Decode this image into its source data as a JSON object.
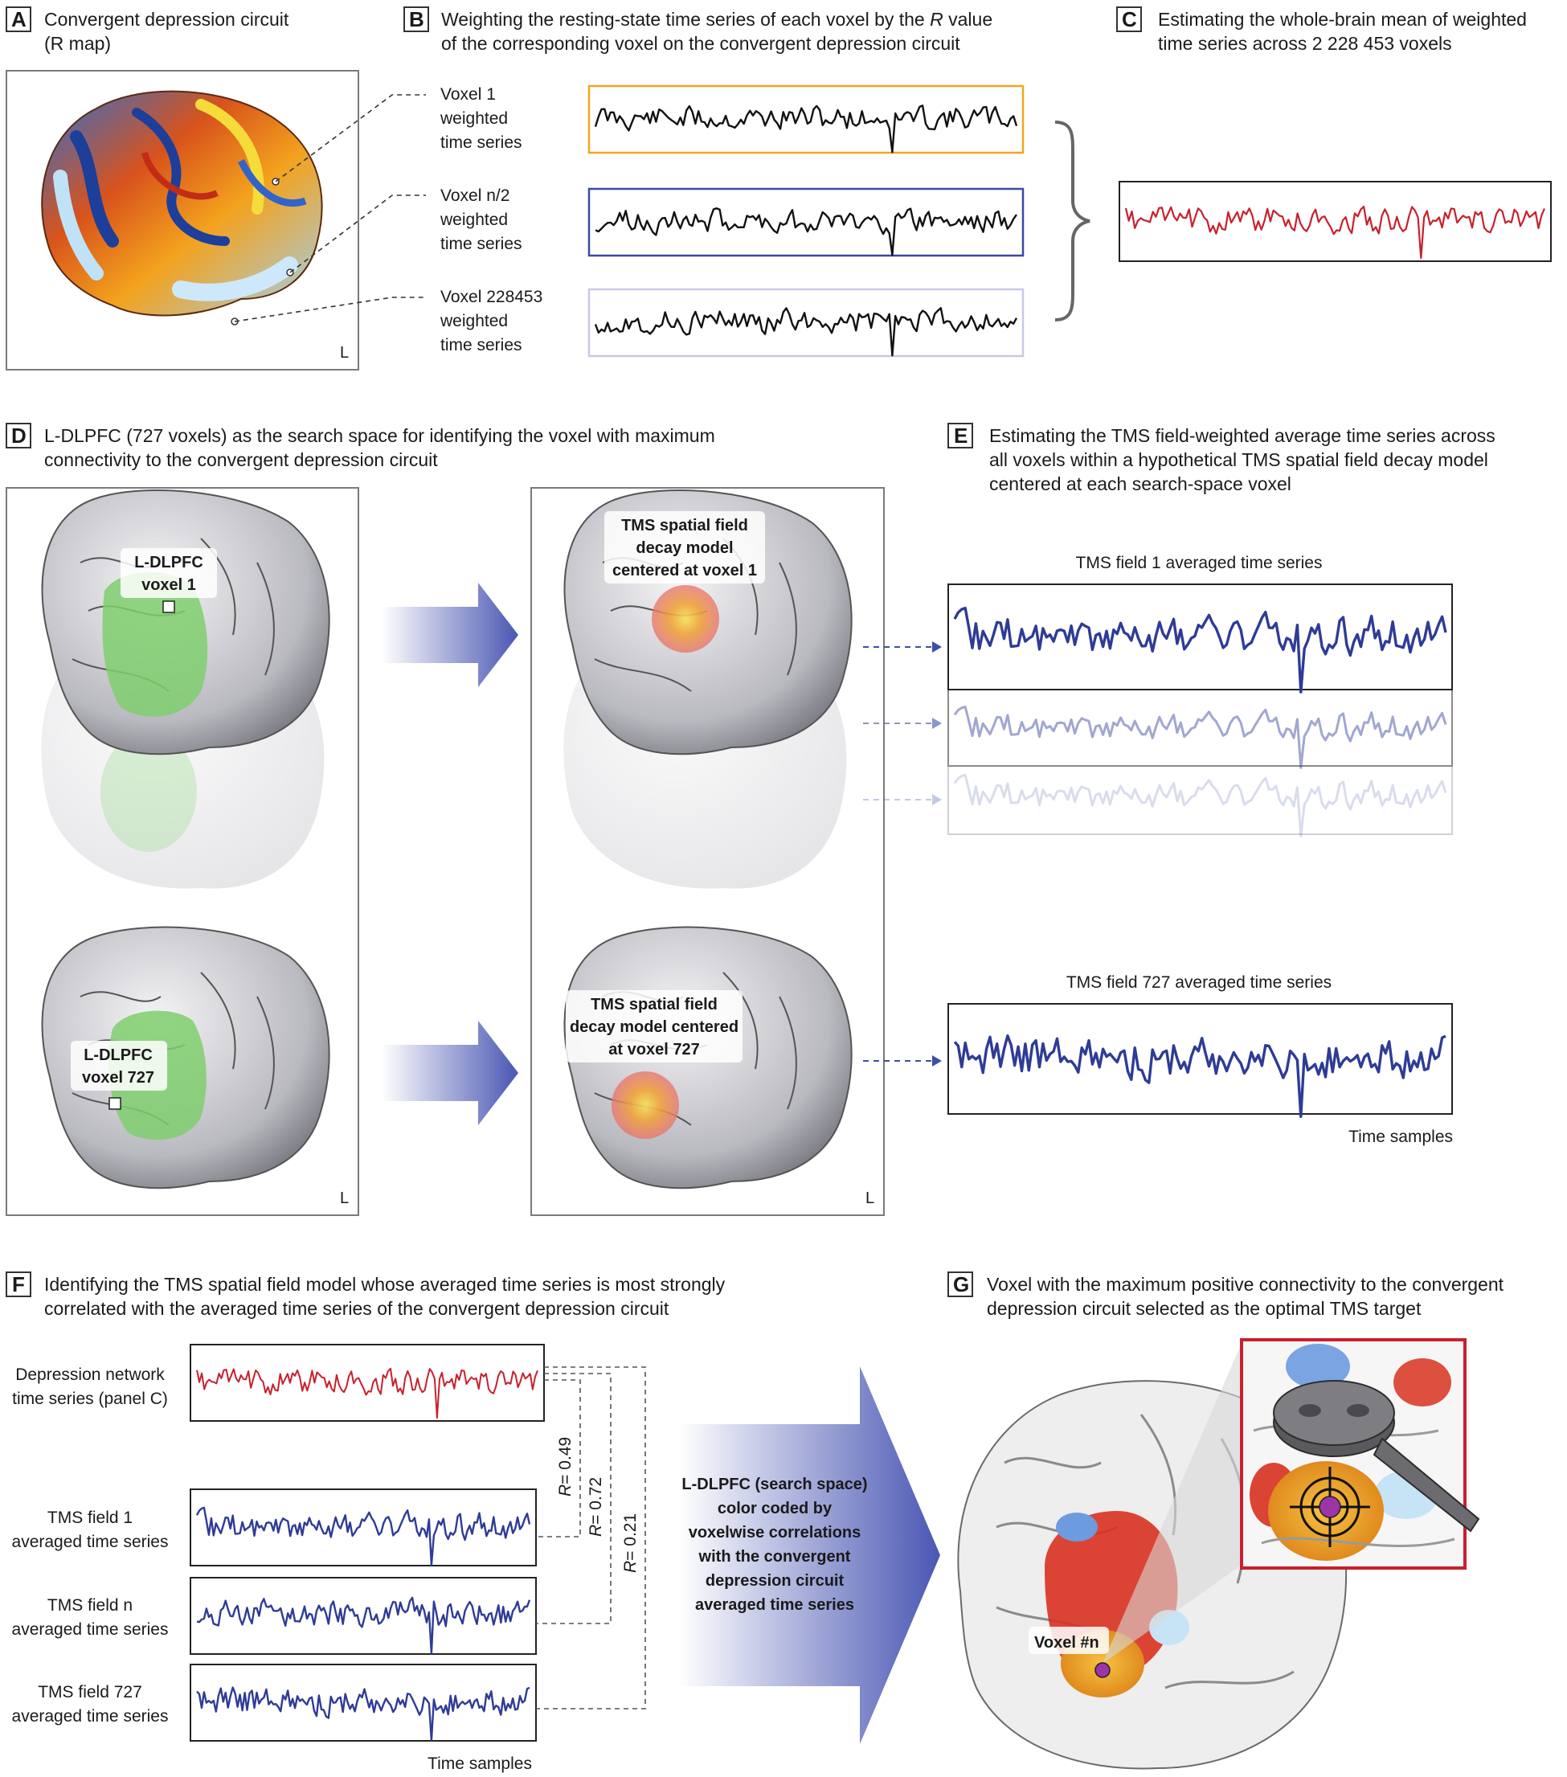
{
  "panels": {
    "A": {
      "letter": "A",
      "title_l1": "Convergent depression circuit",
      "title_l2": "(R map)",
      "side_label": "L"
    },
    "B": {
      "letter": "B",
      "title_l1_pre": "Weighting the resting-state time series of each voxel by the ",
      "title_l1_italic": "R",
      "title_l1_post": " value",
      "title_l2": "of the corresponding voxel on the convergent depression circuit",
      "voxel_labels": [
        {
          "l1": "Voxel 1",
          "l2": "weighted",
          "l3": "time series"
        },
        {
          "l1": "Voxel n/2",
          "l2": "weighted",
          "l3": "time series"
        },
        {
          "l1": "Voxel 228453",
          "l2": "weighted",
          "l3": "time series"
        }
      ],
      "border_colors": [
        "#f0a720",
        "#3b49a0",
        "#c7c9e4"
      ]
    },
    "C": {
      "letter": "C",
      "title_l1": "Estimating the whole-brain mean of weighted",
      "title_l2": "time series across 2 228 453 voxels"
    },
    "D": {
      "letter": "D",
      "title_l1": "L-DLPFC (727 voxels) as the search space for identifying the voxel with maximum",
      "title_l2": "connectivity to the convergent depression circuit",
      "label_voxel1_l1": "L-DLPFC",
      "label_voxel1_l2": "voxel 1",
      "label_voxel727_l1": "L-DLPFC",
      "label_voxel727_l2": "voxel 727",
      "field1_l1": "TMS spatial field",
      "field1_l2": "decay model",
      "field1_l3": "centered at voxel 1",
      "field727_l1": "TMS spatial field",
      "field727_l2": "decay model centered",
      "field727_l3": "at voxel 727",
      "side_label_left": "L",
      "side_label_right": "L"
    },
    "E": {
      "letter": "E",
      "title_l1": "Estimating the TMS field-weighted average time series across",
      "title_l2": "all voxels within a hypothetical TMS spatial field decay model",
      "title_l3": "centered at each search-space voxel",
      "field1_caption": "TMS field 1 averaged time series",
      "field727_caption": "TMS field 727 averaged time series",
      "x_caption": "Time samples"
    },
    "F": {
      "letter": "F",
      "title_l1": "Identifying the TMS spatial field model whose averaged time series is most strongly",
      "title_l2": "correlated with the averaged time series of the convergent depression circuit",
      "rows": [
        {
          "l1": "Depression network",
          "l2": "time series (panel C)"
        },
        {
          "l1": "TMS field 1",
          "l2": "averaged time series"
        },
        {
          "l1": "TMS field n",
          "l2": "averaged time series"
        },
        {
          "l1": "TMS field 727",
          "l2": "averaged time series"
        }
      ],
      "correlations": [
        {
          "symbol": "R",
          "eq": "= 0.49",
          "value": 0.49
        },
        {
          "symbol": "R",
          "eq": "= 0.72",
          "value": 0.72
        },
        {
          "symbol": "R",
          "eq": "= 0.21",
          "value": 0.21
        }
      ],
      "x_caption": "Time samples",
      "arrow_text": [
        "L-DLPFC (search space)",
        "color coded by",
        "voxelwise correlations",
        "with the convergent",
        "depression circuit",
        "averaged time series"
      ]
    },
    "G": {
      "letter": "G",
      "title_l1": "Voxel with the maximum positive connectivity to the convergent",
      "title_l2": "depression circuit selected as the optimal TMS target",
      "target_label": "Voxel #n"
    }
  },
  "colors": {
    "series_black": "#111111",
    "series_red": "#c8202d",
    "series_blue": "#2e3c96",
    "search_green": "#7fcf6e",
    "field_red": "#e8736e",
    "field_yellow": "#f4e25a",
    "arrow_blue": "#4a57b3",
    "inset_border": "#c8202d",
    "target_purple": "#9b35a8"
  }
}
